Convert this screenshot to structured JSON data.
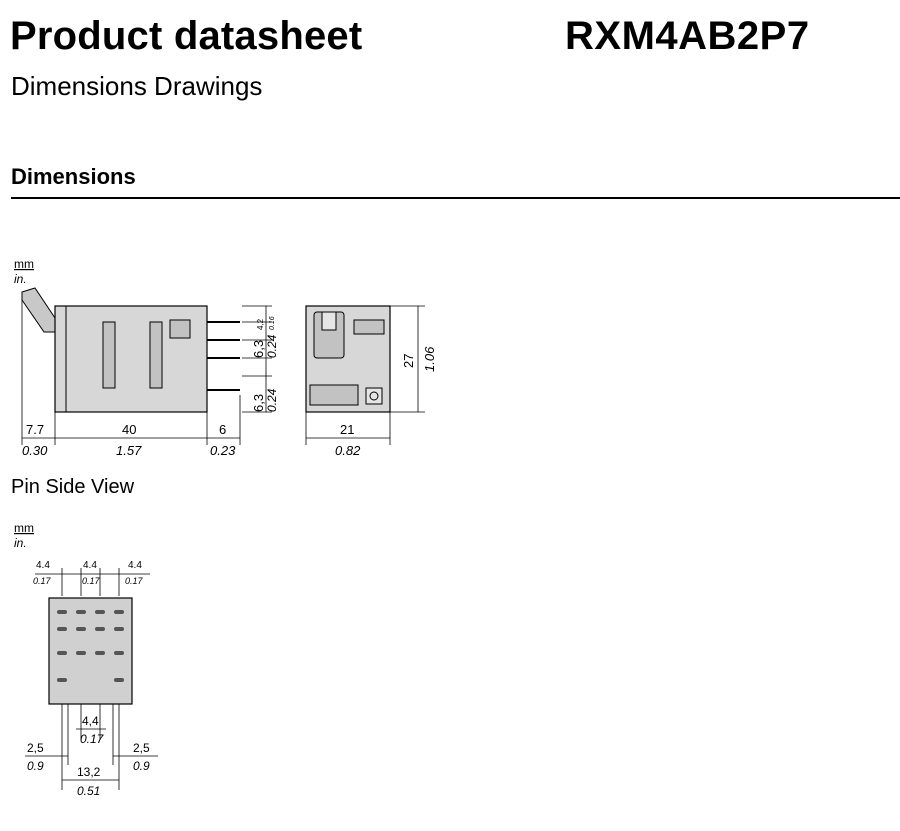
{
  "header": {
    "title": "Product datasheet",
    "product_code": "RXM4AB2P7",
    "subtitle": "Dimensions Drawings"
  },
  "section": {
    "heading": "Dimensions"
  },
  "units": {
    "mm": "mm",
    "in": "in."
  },
  "drawing1": {
    "dims": {
      "tab_mm": "7.7",
      "tab_in": "0.30",
      "body_mm": "40",
      "body_in": "1.57",
      "pins_mm": "6",
      "pins_in": "0.23",
      "width_mm": "21",
      "width_in": "0.82",
      "height_mm": "27",
      "height_in": "1.06",
      "pitch_mm": "6,3",
      "pitch_in": "0.24",
      "pitch2_mm": "6,3",
      "pitch2_in": "0.24",
      "small_mm": "4,2",
      "small_in": "0.16"
    }
  },
  "caption": "Pin Side View",
  "drawing2": {
    "dims": {
      "pitch_a_mm": "4.4",
      "pitch_a_in": "0.17",
      "pitch_b_mm": "4.4",
      "pitch_b_in": "0.17",
      "pitch_c_mm": "4.4",
      "pitch_c_in": "0.17",
      "inner_mm": "4,4",
      "inner_in": "0.17",
      "left_mm": "2,5",
      "left_in": "0.9",
      "right_mm": "2,5",
      "right_in": "0.9",
      "span_mm": "13,2",
      "span_in": "0.51"
    }
  }
}
